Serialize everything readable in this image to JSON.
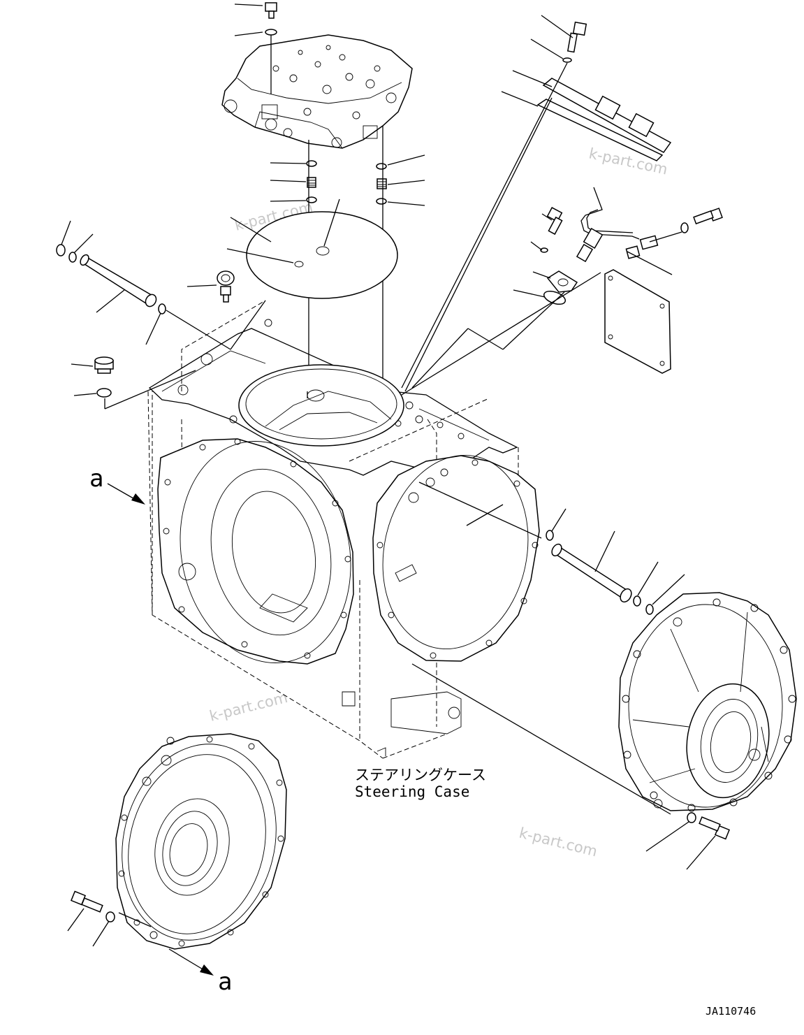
{
  "caption": {
    "japanese": "ステアリングケース",
    "english": "Steering Case"
  },
  "view_markers": {
    "upper": "a",
    "lower": "a"
  },
  "figure_code": "JA110746",
  "watermark": "k-part.com"
}
